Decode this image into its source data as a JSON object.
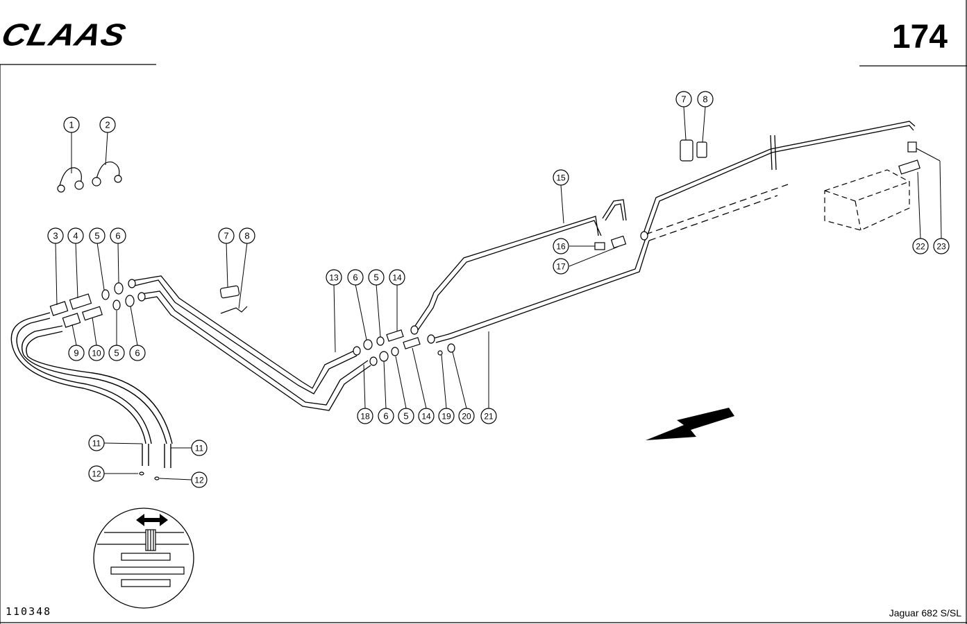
{
  "header": {
    "brand": "CLAAS",
    "page_number": "174"
  },
  "footer": {
    "drawing_number": "110348",
    "model": "Jaguar 682 S/SL"
  },
  "callouts": [
    {
      "label": "1"
    },
    {
      "label": "2"
    },
    {
      "label": "3"
    },
    {
      "label": "4"
    },
    {
      "label": "5"
    },
    {
      "label": "6"
    },
    {
      "label": "9"
    },
    {
      "label": "10"
    },
    {
      "label": "5"
    },
    {
      "label": "6"
    },
    {
      "label": "7"
    },
    {
      "label": "8"
    },
    {
      "label": "13"
    },
    {
      "label": "6"
    },
    {
      "label": "5"
    },
    {
      "label": "14"
    },
    {
      "label": "18"
    },
    {
      "label": "6"
    },
    {
      "label": "5"
    },
    {
      "label": "14"
    },
    {
      "label": "19"
    },
    {
      "label": "20"
    },
    {
      "label": "21"
    },
    {
      "label": "15"
    },
    {
      "label": "16"
    },
    {
      "label": "17"
    },
    {
      "label": "7"
    },
    {
      "label": "8"
    },
    {
      "label": "22"
    },
    {
      "label": "23"
    },
    {
      "label": "11"
    },
    {
      "label": "11"
    },
    {
      "label": "12"
    },
    {
      "label": "12"
    }
  ]
}
